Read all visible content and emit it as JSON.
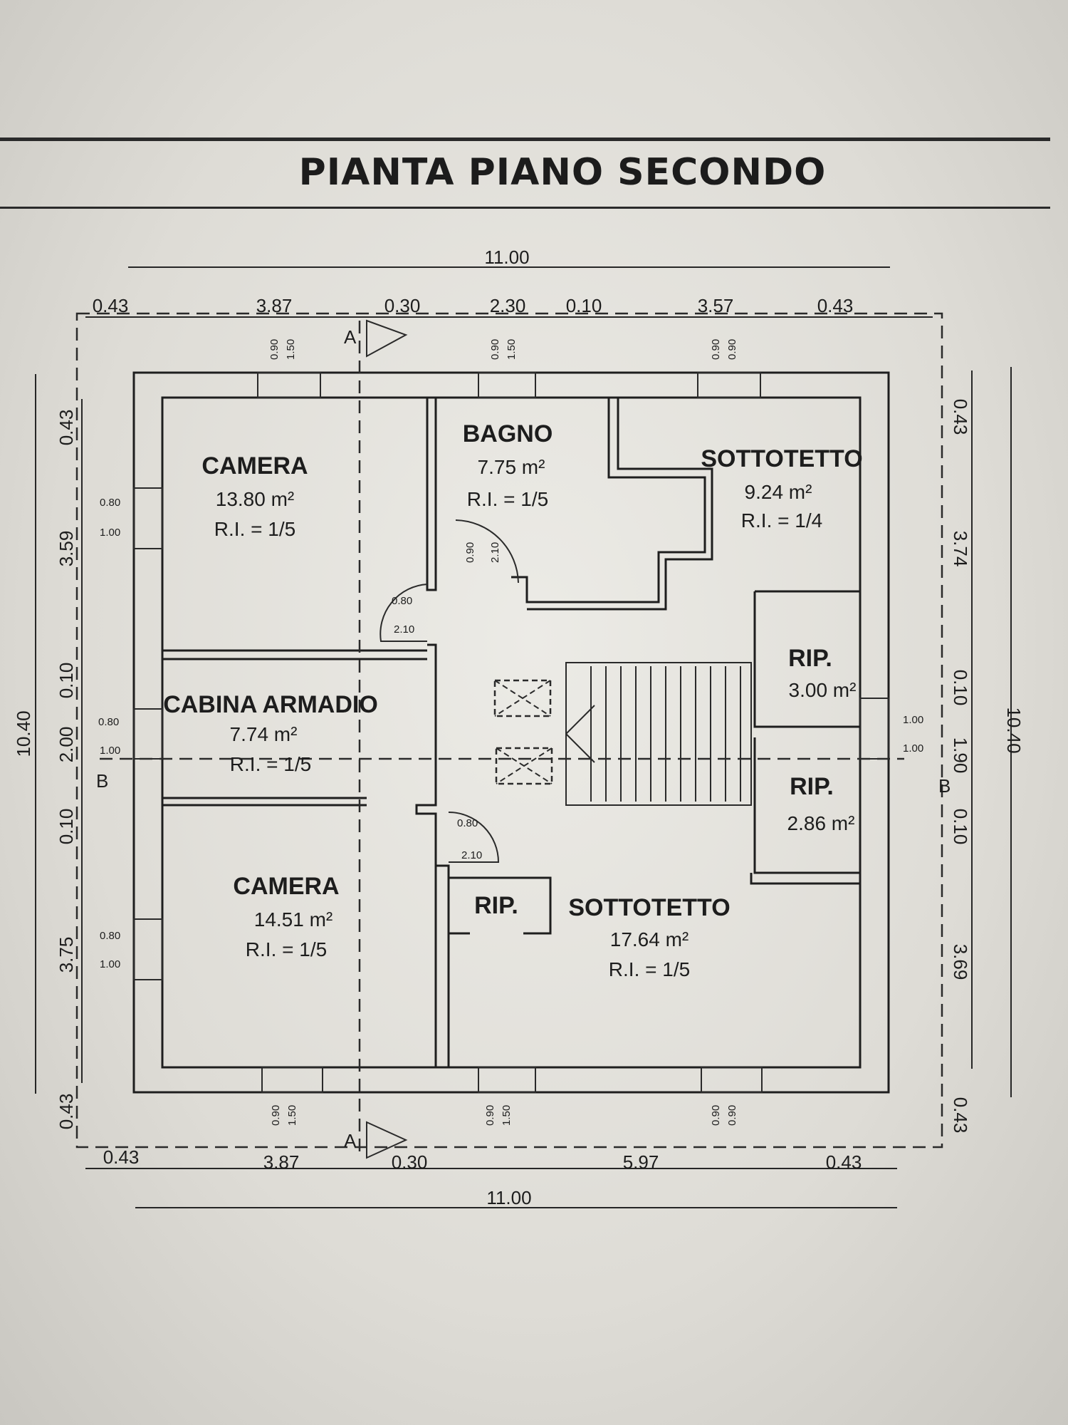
{
  "title": "PIANTA PIANO SECONDO",
  "rooms": {
    "camera_top": {
      "name": "CAMERA",
      "area": "13.80 m²",
      "ri": "R.I. = 1/5"
    },
    "bagno": {
      "name": "BAGNO",
      "area": "7.75 m²",
      "ri": "R.I. = 1/5"
    },
    "sottotetto_top": {
      "name": "SOTTOTETTO",
      "area": "9.24 m²",
      "ri": "R.I. = 1/4"
    },
    "cabina": {
      "name": "CABINA ARMADIO",
      "area": "7.74 m²",
      "ri": "R.I. = 1/5"
    },
    "rip_a": {
      "name": "RIP.",
      "area": "3.00 m²"
    },
    "rip_b": {
      "name": "RIP.",
      "area": "2.86 m²"
    },
    "camera_bottom": {
      "name": "CAMERA",
      "area": "14.51 m²",
      "ri": "R.I. = 1/5"
    },
    "rip_c": {
      "name": "RIP."
    },
    "sottotetto_bottom": {
      "name": "SOTTOTETTO",
      "area": "17.64 m²",
      "ri": "R.I. = 1/5"
    }
  },
  "dimensions": {
    "top_total": "11.00",
    "top_parts": [
      "0.43",
      "3.87",
      "0.30",
      "2.30",
      "0.10",
      "3.57",
      "0.43"
    ],
    "bottom_parts": [
      "0.43",
      "3.87",
      "0.30",
      "5.97",
      "0.43"
    ],
    "bottom_total": "11.00",
    "left_total": "10.40",
    "left_parts": [
      "0.43",
      "3.59",
      "0.10",
      "2.00",
      "0.10",
      "3.75",
      "0.43"
    ],
    "right_total": "10.40",
    "right_parts": [
      "0.43",
      "3.74",
      "0.10",
      "1.90",
      "0.10",
      "3.69",
      "0.43"
    ]
  },
  "section_marks": {
    "a": "A",
    "b": "B"
  },
  "openings": {
    "win_090": "0.90",
    "win_080": "0.80",
    "win_150": "1.50",
    "win_100": "1.00",
    "door_080": "0.80",
    "door_210": "2.10",
    "door_090": "0.90"
  }
}
